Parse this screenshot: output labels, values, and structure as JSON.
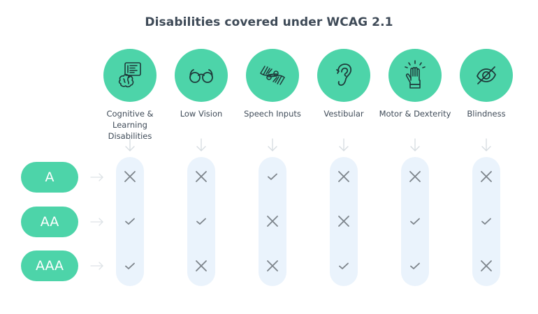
{
  "title": "Disabilities covered under WCAG 2.1",
  "colors": {
    "accent": "#4dd4a9",
    "column_bg": "#eaf3fc",
    "mark": "#7d848b",
    "arrow": "#d5dbe0",
    "text": "#3f4b58"
  },
  "disabilities": [
    {
      "label_line1": "Cognitive &",
      "label_line2": "Learning Disabilities",
      "icon": "brain-chat-icon"
    },
    {
      "label_line1": "Low Vision",
      "label_line2": "",
      "icon": "glasses-icon"
    },
    {
      "label_line1": "Speech Inputs",
      "label_line2": "",
      "icon": "sign-language-icon"
    },
    {
      "label_line1": "Vestibular",
      "label_line2": "",
      "icon": "ear-icon"
    },
    {
      "label_line1": "Motor & Dexterity",
      "label_line2": "",
      "icon": "raised-hand-icon"
    },
    {
      "label_line1": "Blindness",
      "label_line2": "",
      "icon": "eye-slash-icon"
    }
  ],
  "levels": [
    {
      "label": "A",
      "coverage": [
        "no",
        "no",
        "yes",
        "no",
        "no",
        "no"
      ]
    },
    {
      "label": "AA",
      "coverage": [
        "yes",
        "yes",
        "no",
        "no",
        "yes",
        "yes"
      ]
    },
    {
      "label": "AAA",
      "coverage": [
        "yes",
        "no",
        "no",
        "yes",
        "yes",
        "no"
      ]
    }
  ]
}
